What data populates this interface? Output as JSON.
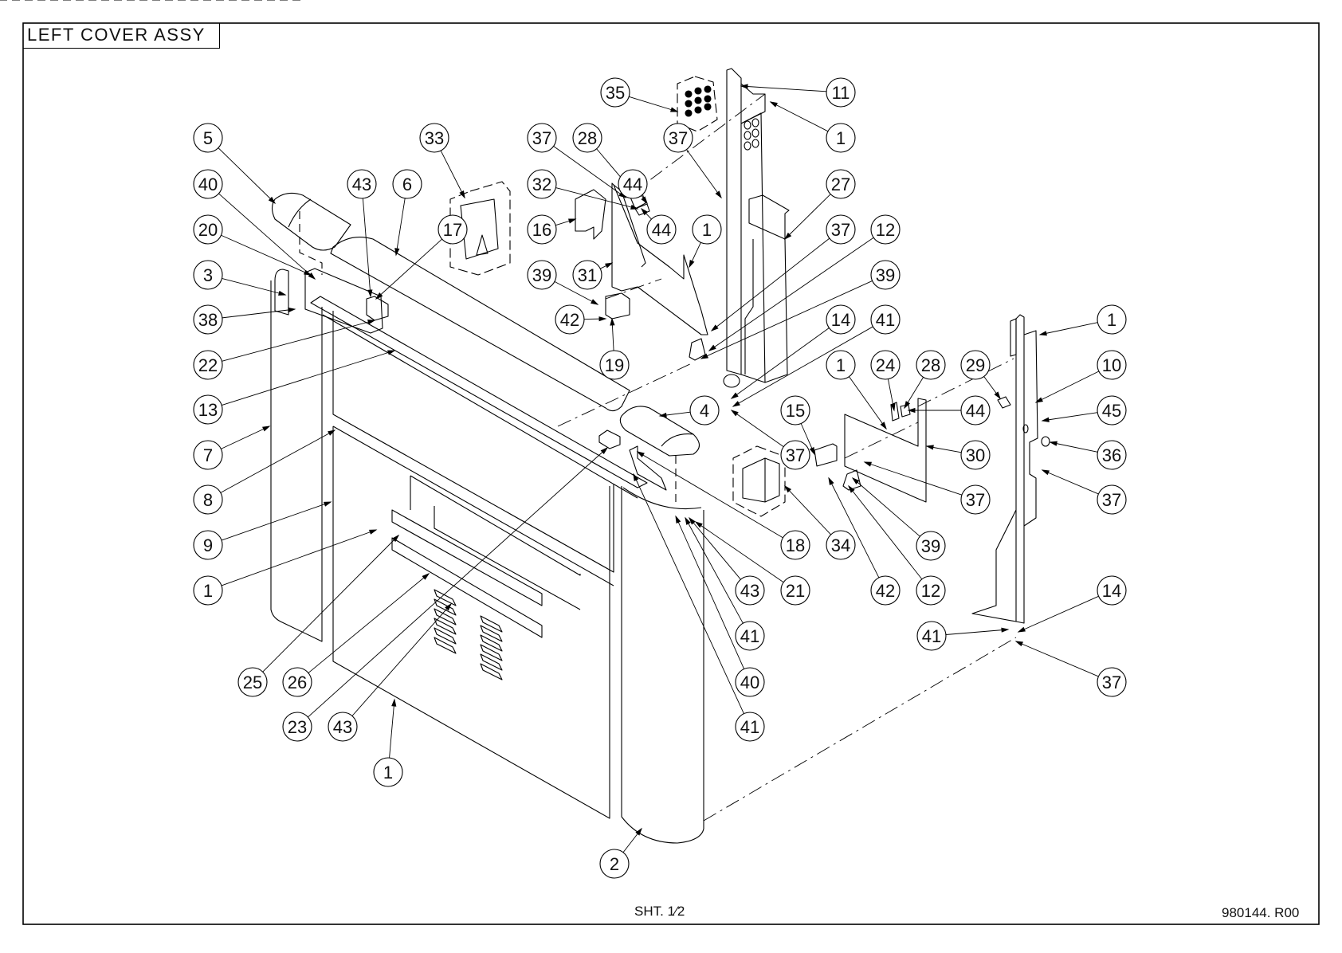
{
  "title": "LEFT COVER ASSY",
  "sheet": "SHT. 1⁄2",
  "drawing_number": "980144. R00",
  "balloons": [
    {
      "id": "b5",
      "label": "5"
    },
    {
      "id": "b40a",
      "label": "40"
    },
    {
      "id": "b20",
      "label": "20"
    },
    {
      "id": "b3",
      "label": "3"
    },
    {
      "id": "b38",
      "label": "38"
    },
    {
      "id": "b22",
      "label": "22"
    },
    {
      "id": "b13",
      "label": "13"
    },
    {
      "id": "b7",
      "label": "7"
    },
    {
      "id": "b8",
      "label": "8"
    },
    {
      "id": "b9",
      "label": "9"
    },
    {
      "id": "b1a",
      "label": "1"
    },
    {
      "id": "b25",
      "label": "25"
    },
    {
      "id": "b26",
      "label": "26"
    },
    {
      "id": "b23",
      "label": "23"
    },
    {
      "id": "b43a",
      "label": "43"
    },
    {
      "id": "b1b",
      "label": "1"
    },
    {
      "id": "b43b",
      "label": "43"
    },
    {
      "id": "b6",
      "label": "6"
    },
    {
      "id": "b17",
      "label": "17"
    },
    {
      "id": "b33",
      "label": "33"
    },
    {
      "id": "b37a",
      "label": "37"
    },
    {
      "id": "b28a",
      "label": "28"
    },
    {
      "id": "b44a",
      "label": "44"
    },
    {
      "id": "b37b",
      "label": "37"
    },
    {
      "id": "b32",
      "label": "32"
    },
    {
      "id": "b16",
      "label": "16"
    },
    {
      "id": "b44b",
      "label": "44"
    },
    {
      "id": "b1c",
      "label": "1"
    },
    {
      "id": "b39a",
      "label": "39"
    },
    {
      "id": "b31",
      "label": "31"
    },
    {
      "id": "b42a",
      "label": "42"
    },
    {
      "id": "b19",
      "label": "19"
    },
    {
      "id": "b35",
      "label": "35"
    },
    {
      "id": "b11",
      "label": "11"
    },
    {
      "id": "b1d",
      "label": "1"
    },
    {
      "id": "b27",
      "label": "27"
    },
    {
      "id": "b37c",
      "label": "37"
    },
    {
      "id": "b12a",
      "label": "12"
    },
    {
      "id": "b39b",
      "label": "39"
    },
    {
      "id": "b14a",
      "label": "14"
    },
    {
      "id": "b41a",
      "label": "41"
    },
    {
      "id": "b4",
      "label": "4"
    },
    {
      "id": "b37d",
      "label": "37"
    },
    {
      "id": "b15",
      "label": "15"
    },
    {
      "id": "b1e",
      "label": "1"
    },
    {
      "id": "b24",
      "label": "24"
    },
    {
      "id": "b28b",
      "label": "28"
    },
    {
      "id": "b29",
      "label": "29"
    },
    {
      "id": "b44c",
      "label": "44"
    },
    {
      "id": "b30",
      "label": "30"
    },
    {
      "id": "b37e",
      "label": "37"
    },
    {
      "id": "b39c",
      "label": "39"
    },
    {
      "id": "b42b",
      "label": "42"
    },
    {
      "id": "b12b",
      "label": "12"
    },
    {
      "id": "b18",
      "label": "18"
    },
    {
      "id": "b34",
      "label": "34"
    },
    {
      "id": "b43c",
      "label": "43"
    },
    {
      "id": "b21",
      "label": "21"
    },
    {
      "id": "b41b",
      "label": "41"
    },
    {
      "id": "b40b",
      "label": "40"
    },
    {
      "id": "b41c",
      "label": "41"
    },
    {
      "id": "b2",
      "label": "2"
    },
    {
      "id": "b1f",
      "label": "1"
    },
    {
      "id": "b10",
      "label": "10"
    },
    {
      "id": "b45",
      "label": "45"
    },
    {
      "id": "b36",
      "label": "36"
    },
    {
      "id": "b37f",
      "label": "37"
    },
    {
      "id": "b14b",
      "label": "14"
    },
    {
      "id": "b41d",
      "label": "41"
    },
    {
      "id": "b37g",
      "label": "37"
    }
  ]
}
